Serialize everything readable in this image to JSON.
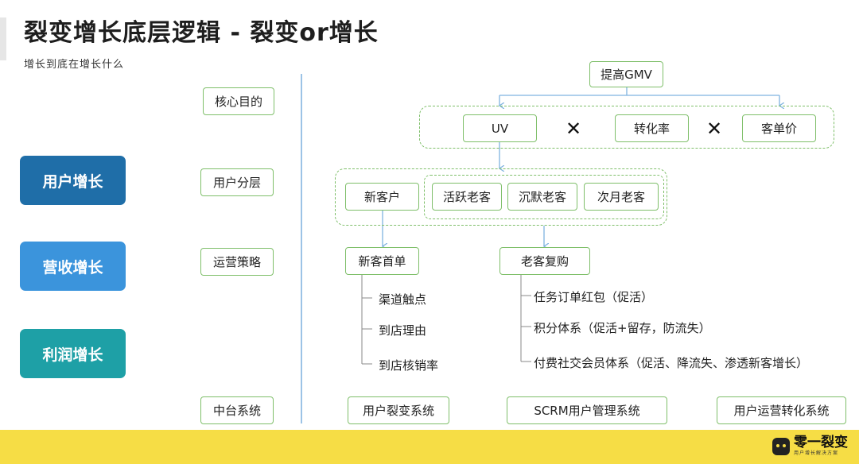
{
  "header": {
    "title": "裂变增长底层逻辑 - 裂变or增长",
    "subtitle": "增长到底在增长什么"
  },
  "pillars": [
    "用户增长",
    "营收增长",
    "利润增长"
  ],
  "row_labels": {
    "core_goal": "核心目的",
    "user_layering": "用户分层",
    "ops_strategy": "运营策略",
    "middle_platform": "中台系统"
  },
  "formula": {
    "top": "提高GMV",
    "uv": "UV",
    "conversion": "转化率",
    "aov": "客单价",
    "operator": "✕"
  },
  "segments": {
    "new": "新客户",
    "active": "活跃老客",
    "silent": "沉默老客",
    "next_month": "次月老客"
  },
  "strategies": {
    "new_first_order": {
      "title": "新客首单",
      "items": [
        "渠道触点",
        "到店理由",
        "到店核销率"
      ]
    },
    "repurchase": {
      "title": "老客复购",
      "items": [
        "任务订单红包（促活）",
        "积分体系（促活+留存，防流失）",
        "付费社交会员体系（促活、降流失、渗透新客增长）"
      ]
    }
  },
  "systems": [
    "用户裂变系统",
    "SCRM用户管理系统",
    "用户运营转化系统"
  ],
  "brand": {
    "name": "零一裂变",
    "tagline": "用户增长解决方案"
  },
  "colors": {
    "pillar_user": "#1f6ea8",
    "pillar_revenue": "#3b94dc",
    "pillar_profit": "#1ea0a6",
    "box_border": "#7fbf6a",
    "connector": "#7fb3e0",
    "footer": "#f6dd45"
  }
}
